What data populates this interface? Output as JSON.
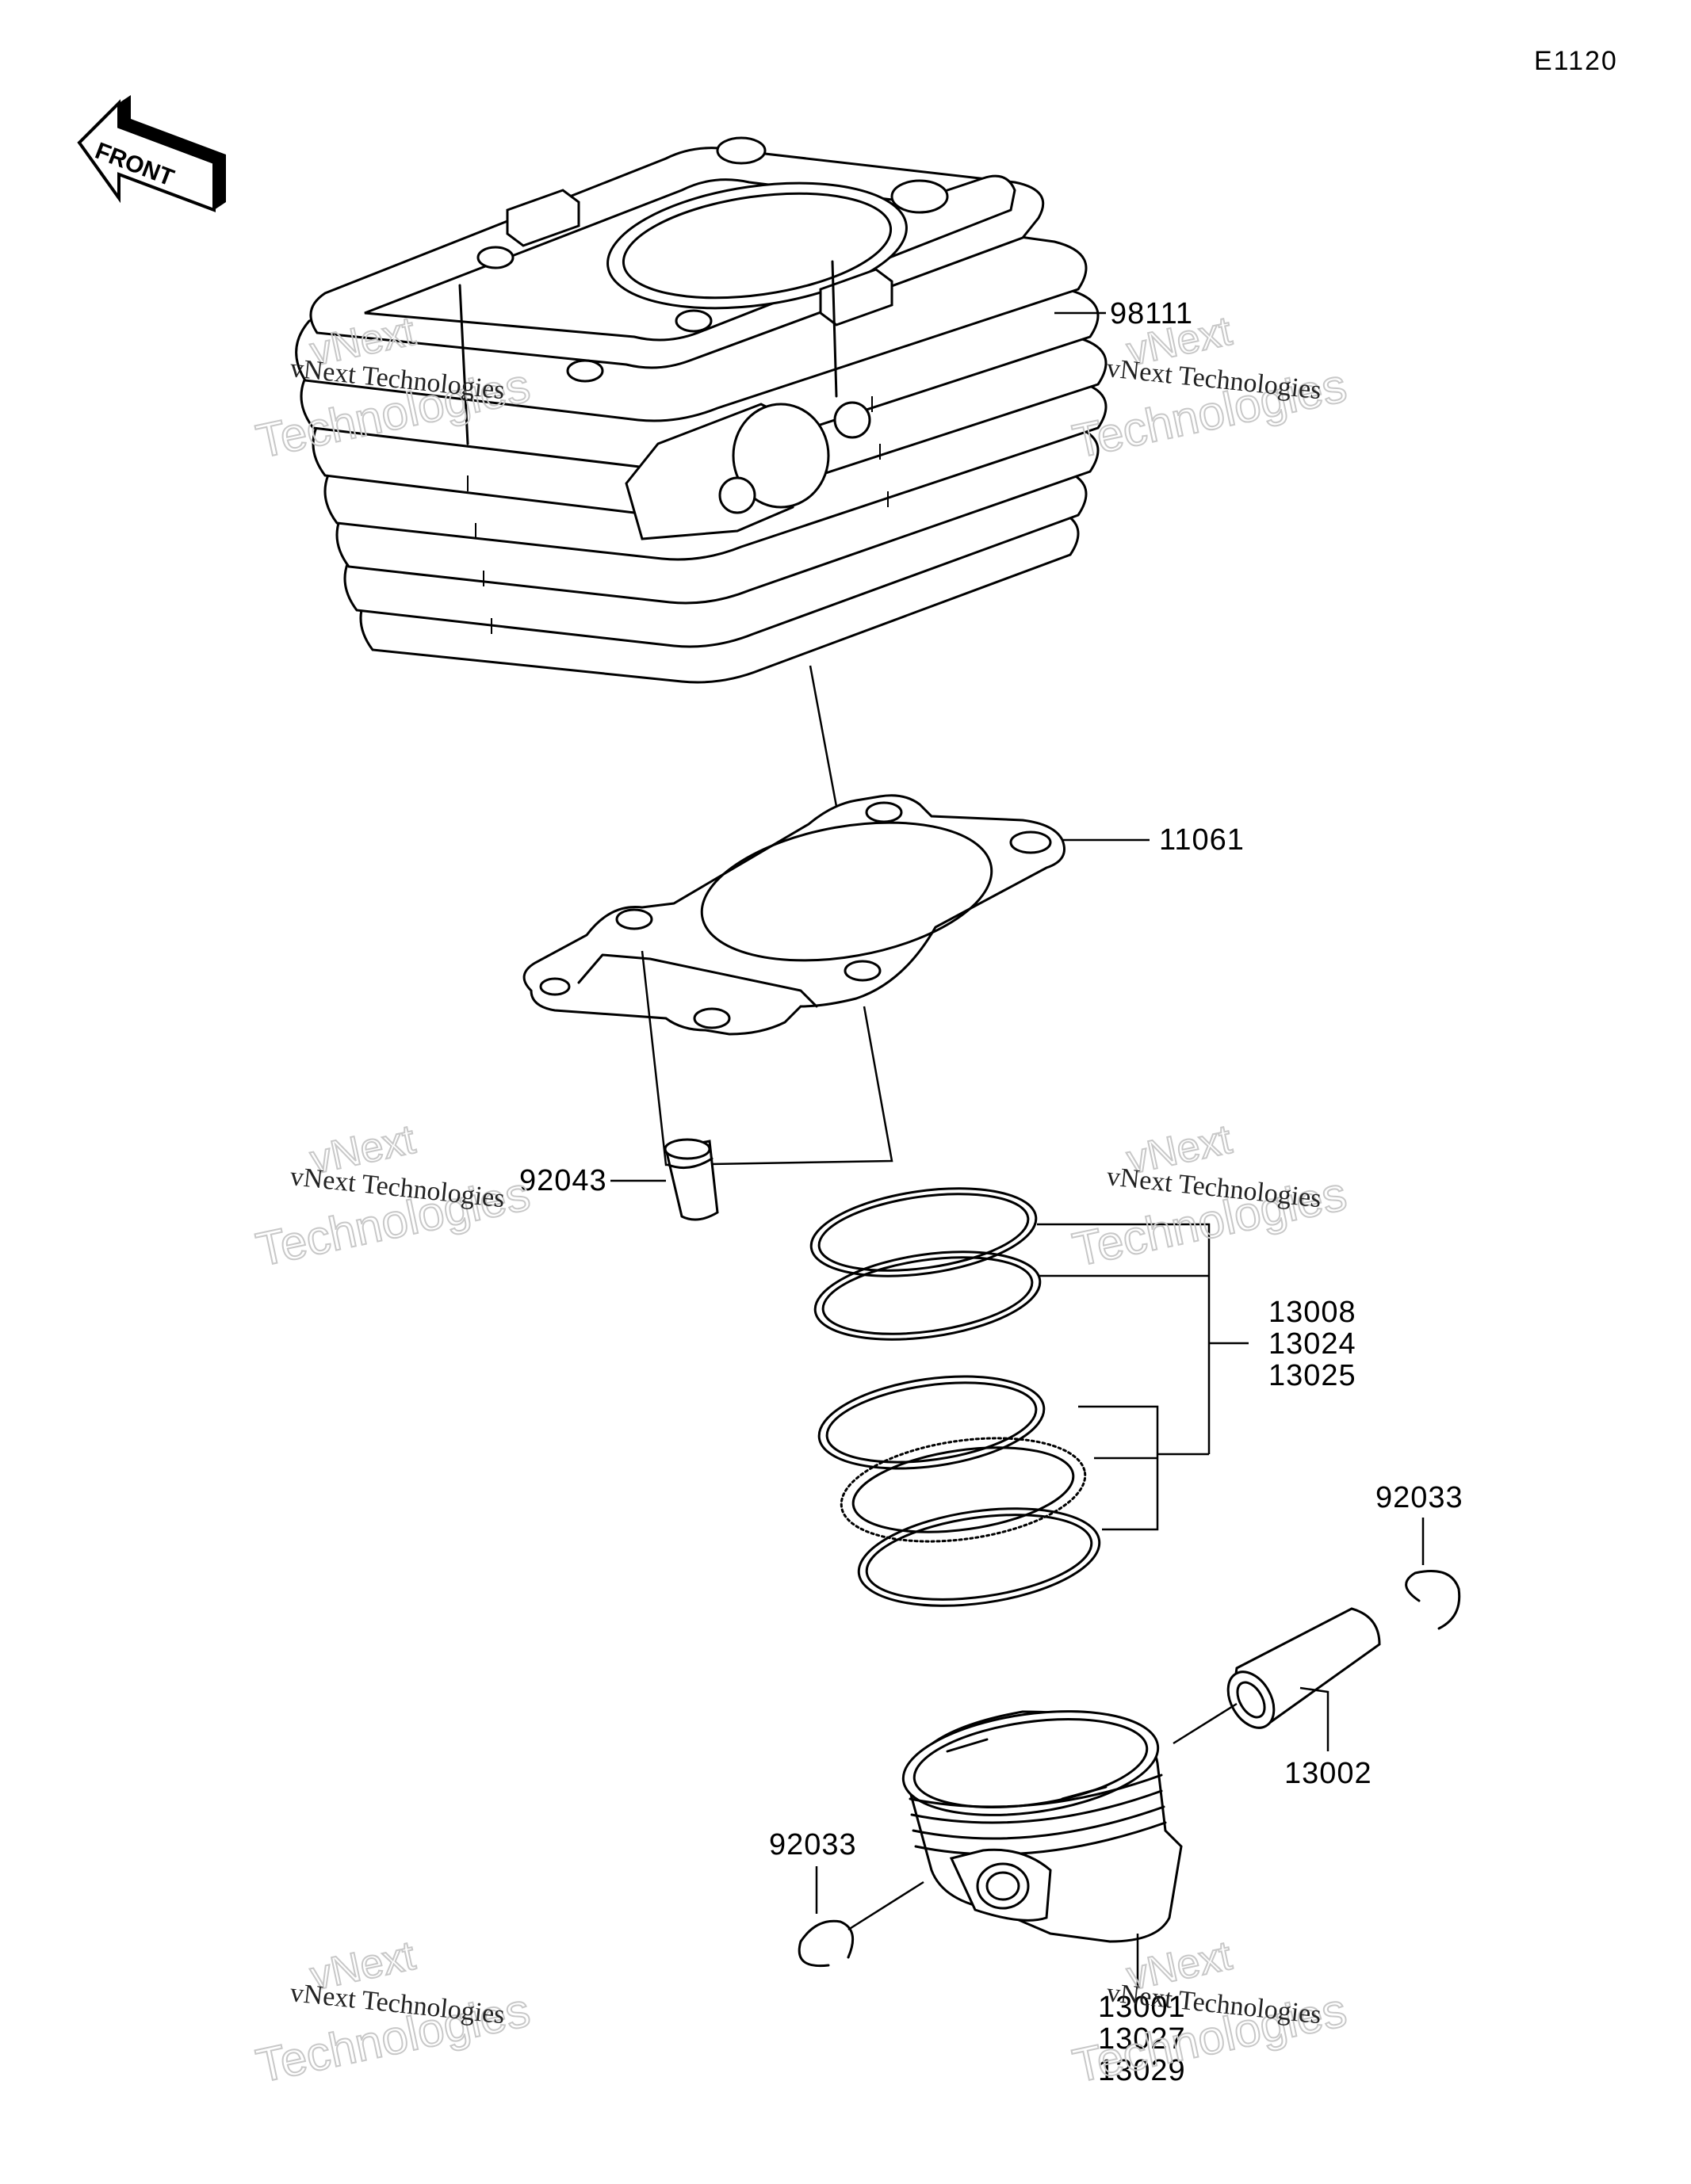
{
  "diagram_code": "E1120",
  "front_label": "FRONT",
  "part_labels": {
    "cylinder": "98111",
    "gasket": "11061",
    "dowel_pin": "92043",
    "ring_set_line1": "13008",
    "ring_set_line2": "13024",
    "ring_set_line3": "13025",
    "circlip_right": "92033",
    "piston_pin": "13002",
    "circlip_left": "92033",
    "piston_line1": "13001",
    "piston_line2": "13027",
    "piston_line3": "13029"
  },
  "watermark": {
    "line_small": "vNext Technologies",
    "line_outline_1": "vNext",
    "line_outline_2": "Technologies"
  }
}
